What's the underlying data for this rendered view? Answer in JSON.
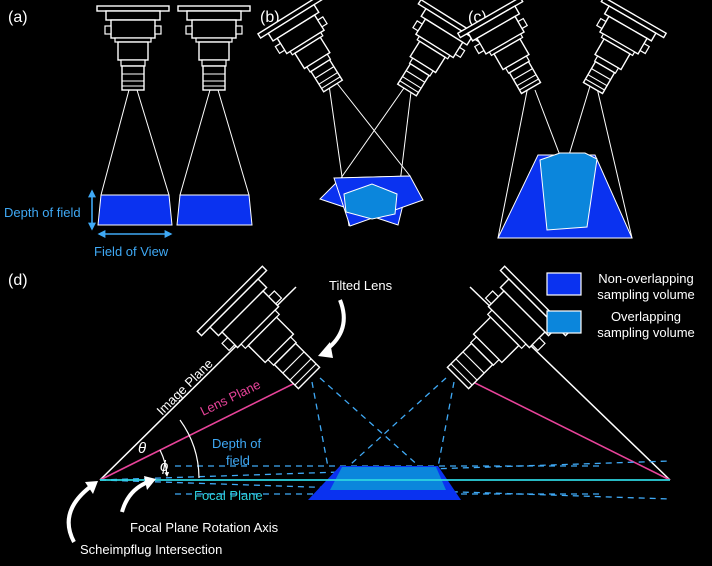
{
  "panels": {
    "a": "(a)",
    "b": "(b)",
    "c": "(c)",
    "d": "(d)"
  },
  "labels": {
    "depth_of_field": "Depth of field",
    "field_of_view": "Field of View",
    "tilted_lens": "Tilted Lens",
    "image_plane": "Image Plane",
    "lens_plane": "Lens Plane",
    "depth_of_field_line1": "Depth of",
    "depth_of_field_line2": "field",
    "focal_plane": "Focal Plane",
    "focal_plane_rotation_axis": "Focal Plane Rotation Axis",
    "scheimpflug_intersection": "Scheimpflug Intersection",
    "theta": "θ",
    "phi": "ϕ"
  },
  "legend": {
    "non_overlapping": {
      "line1": "Non-overlapping",
      "line2": "sampling volume",
      "color": "#0a32f0"
    },
    "overlapping": {
      "line1": "Overlapping",
      "line2": "sampling volume",
      "color": "#0b86dc"
    }
  },
  "colors": {
    "background": "#000000",
    "stroke": "#ffffff",
    "label_blue": "#3fa9f5",
    "lens_plane": "#e8439a",
    "focal_plane": "#2dd4e0",
    "volume_dark": "#0a32f0",
    "volume_light": "#0b86dc"
  }
}
